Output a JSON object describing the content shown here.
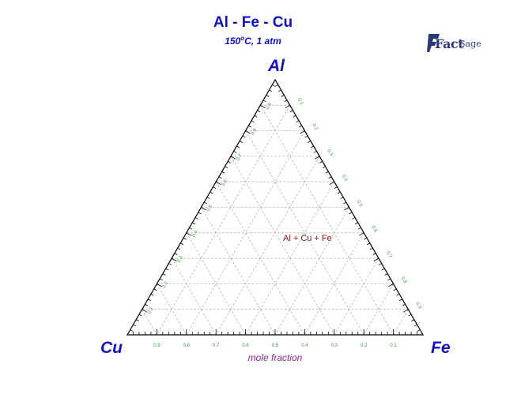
{
  "title": "Al - Fe - Cu",
  "conditions": {
    "temperature": "150",
    "unit": "C, 1 atm"
  },
  "vertices": {
    "top": "Al",
    "left": "Cu",
    "right": "Fe"
  },
  "axis_unit_label": "mole fraction",
  "logo": {
    "word": "Fact",
    "sage": "Sage"
  },
  "tick_values": [
    0.1,
    0.2,
    0.3,
    0.4,
    0.5,
    0.6,
    0.7,
    0.8,
    0.9
  ],
  "regions": [
    {
      "label": "Al + Cu + Fe"
    }
  ],
  "colors": {
    "title": "#1010d0",
    "vertex": "#1010c8",
    "tick_label": "#3a9a3a",
    "region_label": "#8b1515",
    "grid": "#b8b8b8",
    "axis_unit": "#8a2a8a"
  }
}
